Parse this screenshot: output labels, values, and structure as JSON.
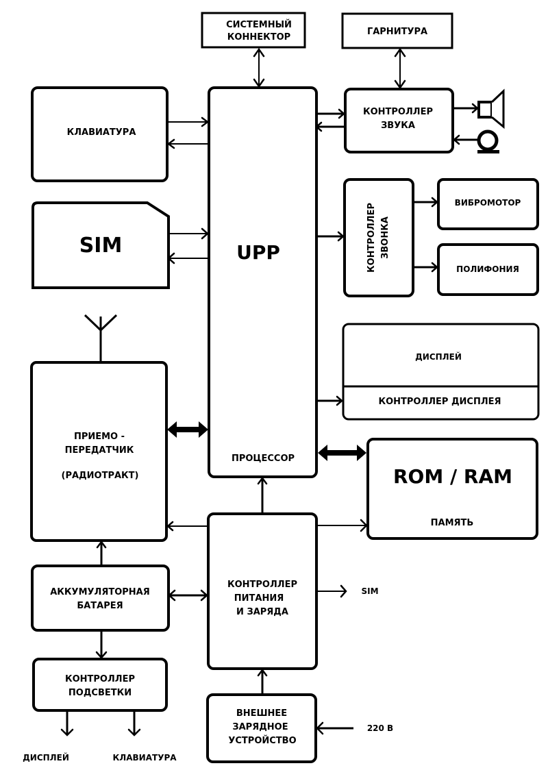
{
  "diagram": {
    "blocks": {
      "system_connector": [
        "СИСТЕМНЫЙ",
        "КОННЕКТОР"
      ],
      "headset": "ГАРНИТУРА",
      "keyboard": "КЛАВИАТУРА",
      "sim": "SIM",
      "upp": "UPP",
      "processor": "ПРОЦЕССОР",
      "sound_controller": [
        "КОНТРОЛЛЕР",
        "ЗВУКА"
      ],
      "ring_controller": [
        "КОНТРОЛЛЕР",
        "ЗВОНКА"
      ],
      "vibromotor": "ВИБРОМОТОР",
      "polyphony": "ПОЛИФОНИЯ",
      "display": "ДИСПЛЕЙ",
      "display_controller": "КОНТРОЛЛЕР ДИСПЛЕЯ",
      "transceiver": [
        "ПРИЕМО -",
        "ПЕРЕДАТЧИК",
        "(РАДИОТРАКТ)"
      ],
      "memory": [
        "ROM / RAM",
        "ПАМЯТЬ"
      ],
      "power_controller": [
        "КОНТРОЛЛЕР",
        "ПИТАНИЯ",
        "И ЗАРЯДА"
      ],
      "battery": [
        "АККУМУЛЯТОРНАЯ",
        "БАТАРЕЯ"
      ],
      "backlight_controller": [
        "КОНТРОЛЛЕР",
        "ПОДСВЕТКИ"
      ],
      "external_charger": [
        "ВНЕШНЕЕ",
        "ЗАРЯДНОЕ",
        "УСТРОЙСТВО"
      ]
    },
    "free_labels": {
      "sim_out": "SIM",
      "mains_in": "220 В",
      "backlight_display": "ДИСПЛЕЙ",
      "backlight_keyboard": "КЛАВИАТУРА"
    },
    "icons": [
      "speaker-icon",
      "microphone-icon",
      "antenna-icon"
    ]
  }
}
